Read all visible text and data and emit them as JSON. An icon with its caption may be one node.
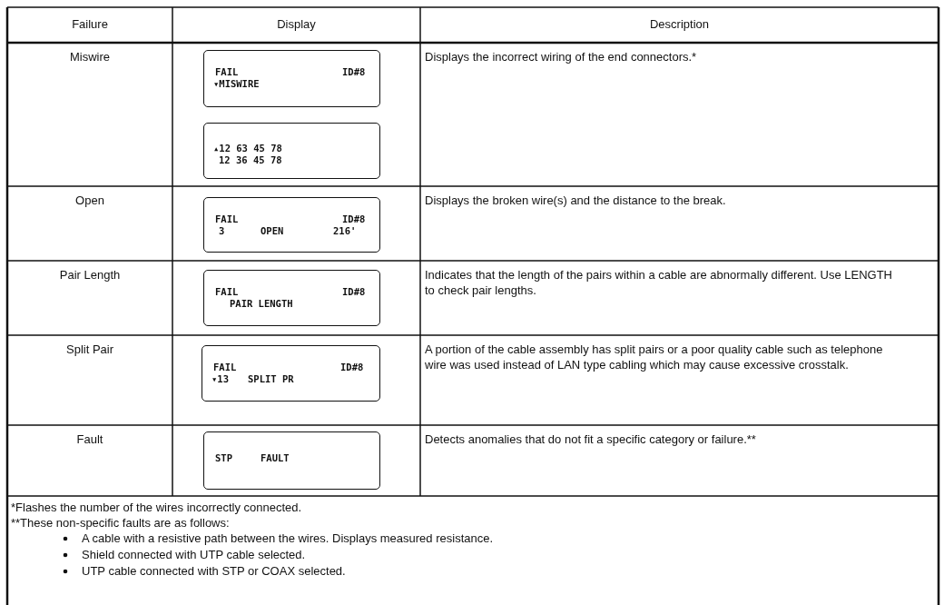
{
  "diagram": {
    "nodes": [
      {
        "text": [
          "FAIL",
          "ID#8",
          "▾MISWIRE"
        ]
      },
      {
        "text": [
          "▴12 63 45 78",
          "12 36 45 78"
        ]
      },
      {
        "text": [
          "FAIL",
          "ID#8",
          "3",
          "OPEN",
          "216'"
        ]
      },
      {
        "text": [
          "FAIL",
          "ID#8",
          "PAIR LENGTH"
        ]
      },
      {
        "text": [
          "FAIL",
          "ID#8",
          "▾13",
          "SPLIT PR"
        ]
      },
      {
        "text": [
          "STP",
          "FAULT"
        ]
      }
    ],
    "labels": [
      "Failure",
      "Display",
      "Description",
      "Miswire",
      "Displays the incorrect wiring of the end connectors.*",
      "Open",
      "Displays the broken wire(s) and the distance to the break.",
      "Pair Length",
      "Indicates that the length of the pairs within a cable are abnormally different. Use LENGTH to check pair lengths.",
      "Split Pair",
      "A portion of the cable assembly has split pairs or a poor quality cable such as telephone wire was used instead of LAN type cabling which may cause excessive crosstalk.",
      "Fault",
      "Detects anomalies that do not fit a specific category or failure.**",
      "*Flashes the number of the wires incorrectly connected.",
      "**These non-specific faults are as follows:",
      "A cable with a resistive path between the wires. Displays measured resistance.",
      "Shield connected with UTP cable selected.",
      "UTP cable connected with STP or COAX selected."
    ]
  }
}
